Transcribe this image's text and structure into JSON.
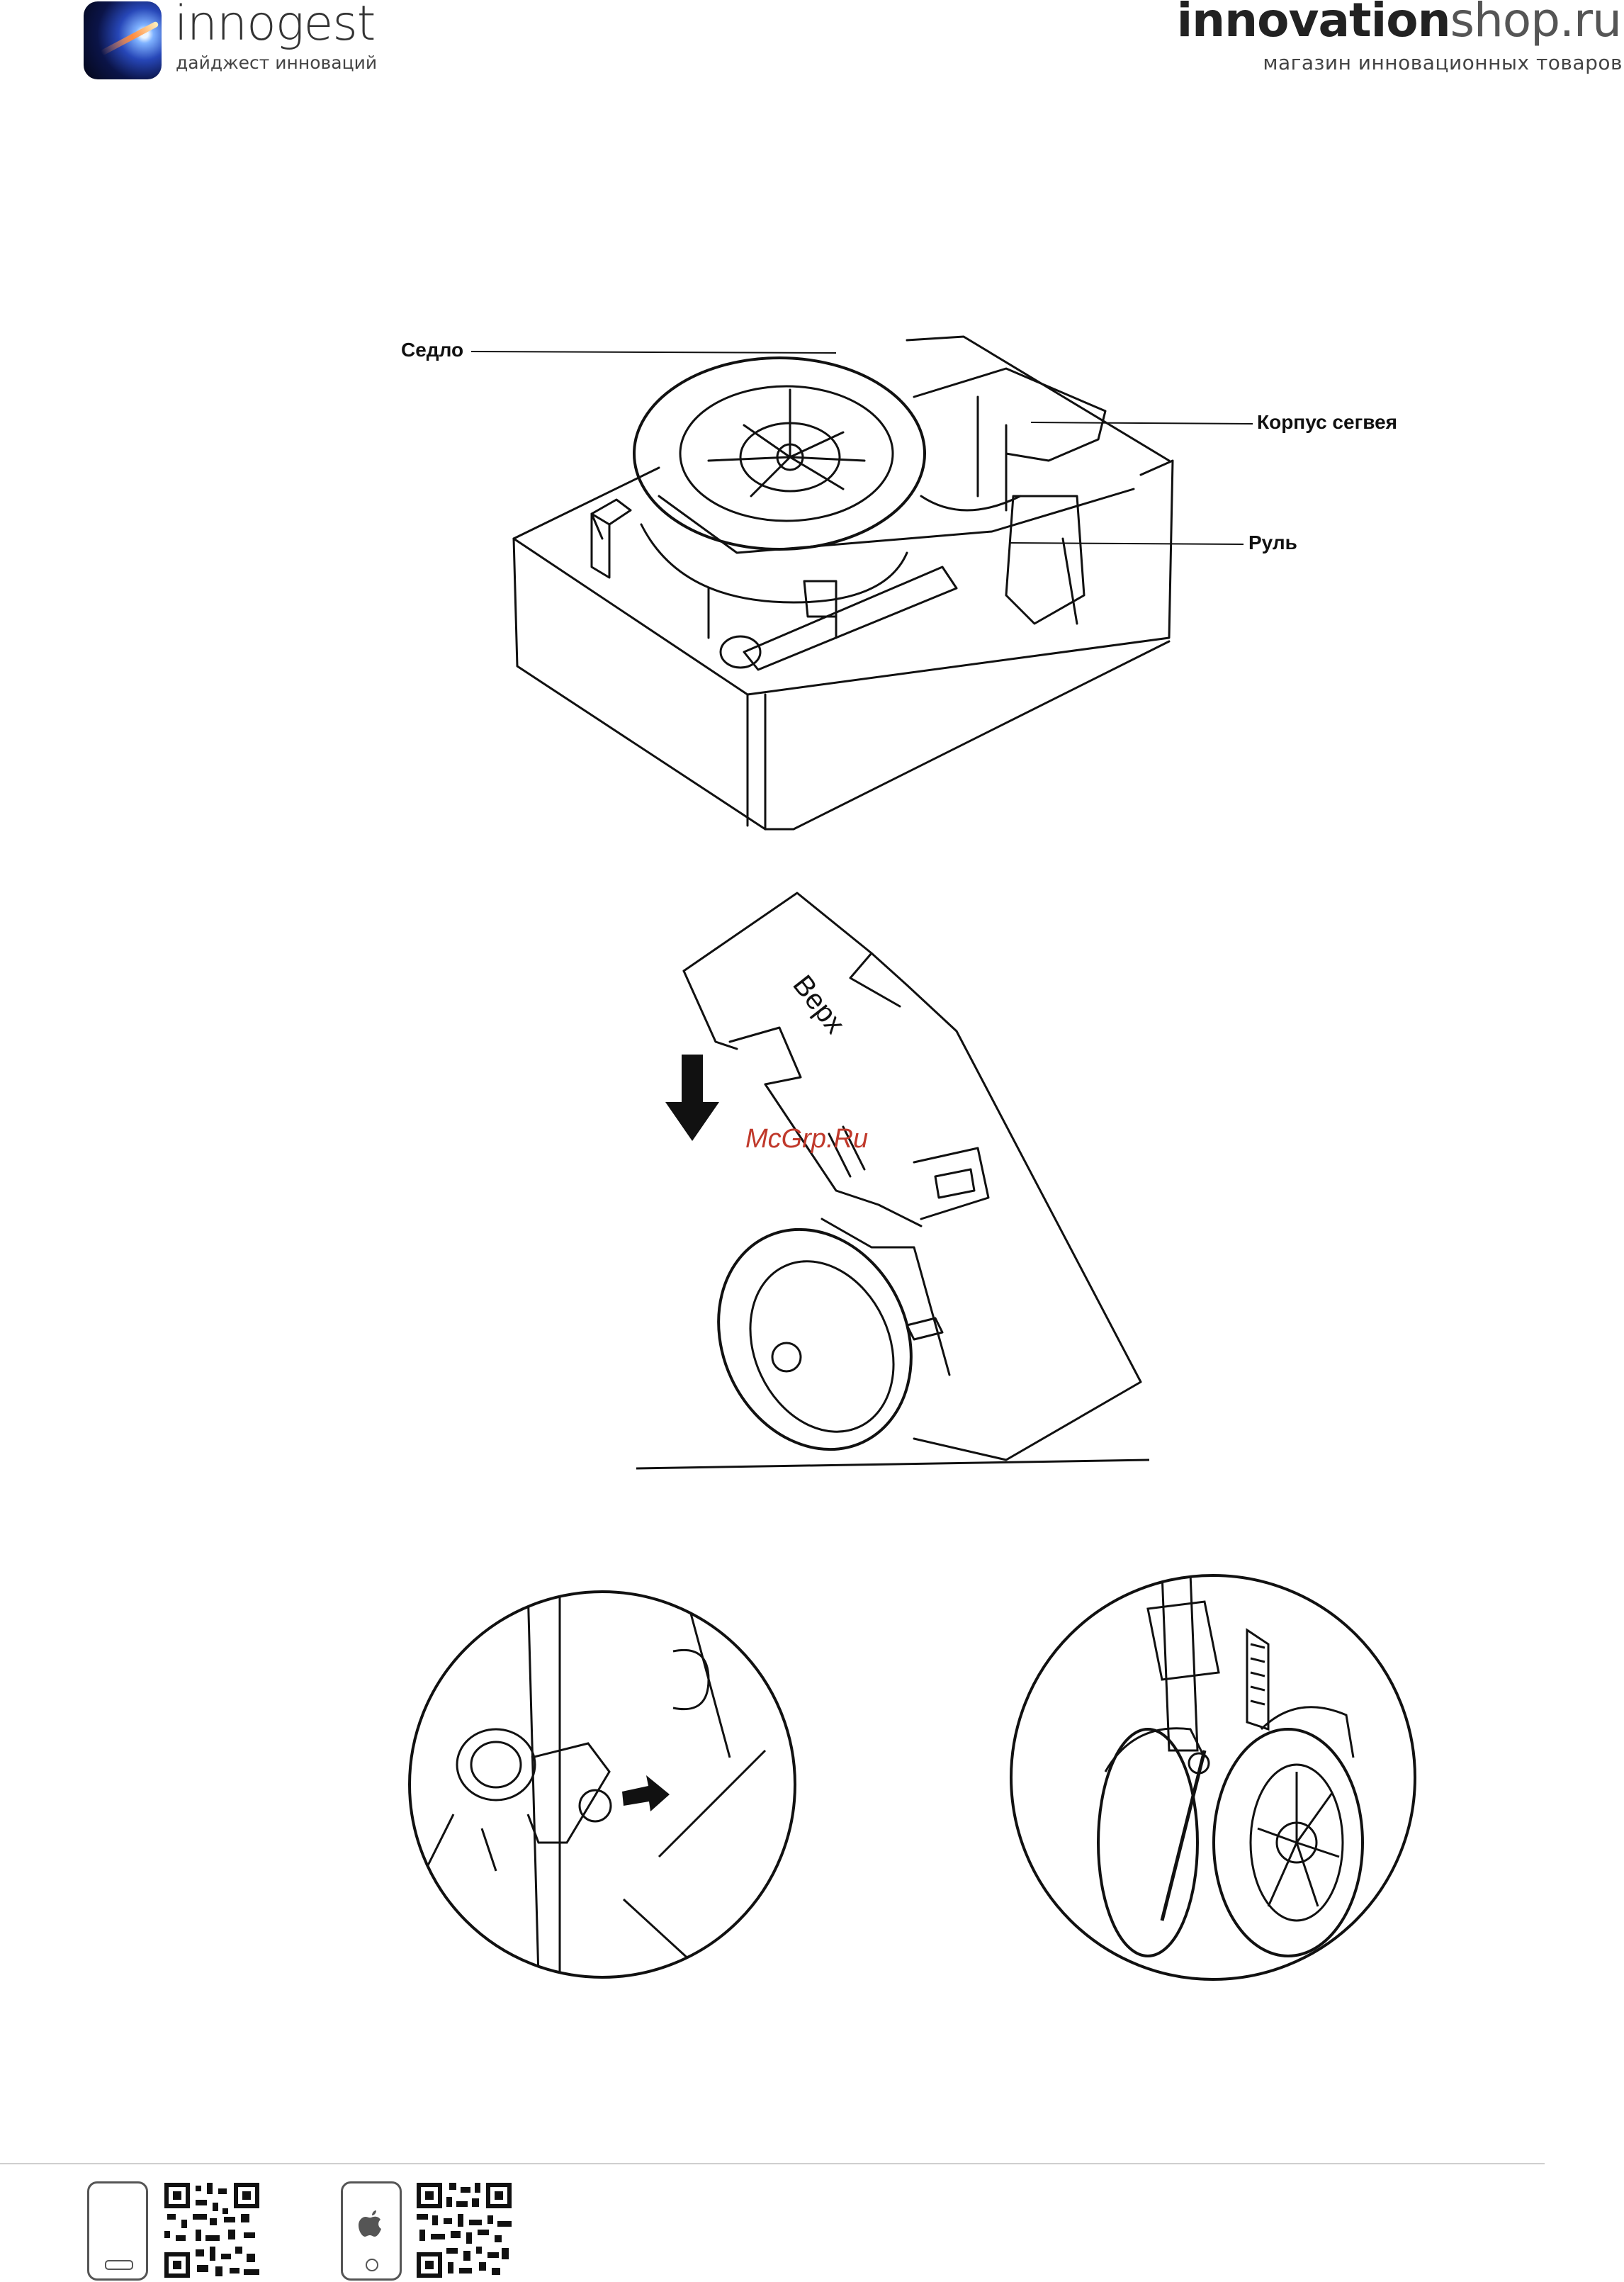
{
  "header": {
    "brand_name": "innogest",
    "brand_tagline": "дайджест инноваций",
    "shop_name_bold": "innovation",
    "shop_name_rest": "shop.ru",
    "shop_tagline": "магазин инновационных товаров"
  },
  "figure1": {
    "callouts": {
      "seat": "Седло",
      "body": "Корпус сегвея",
      "handlebar": "Руль"
    }
  },
  "figure2": {
    "box_label": "Верх",
    "watermark": "McGrp.Ru"
  },
  "footer": {
    "icons": [
      "android-phone-icon",
      "apple-phone-icon"
    ]
  }
}
